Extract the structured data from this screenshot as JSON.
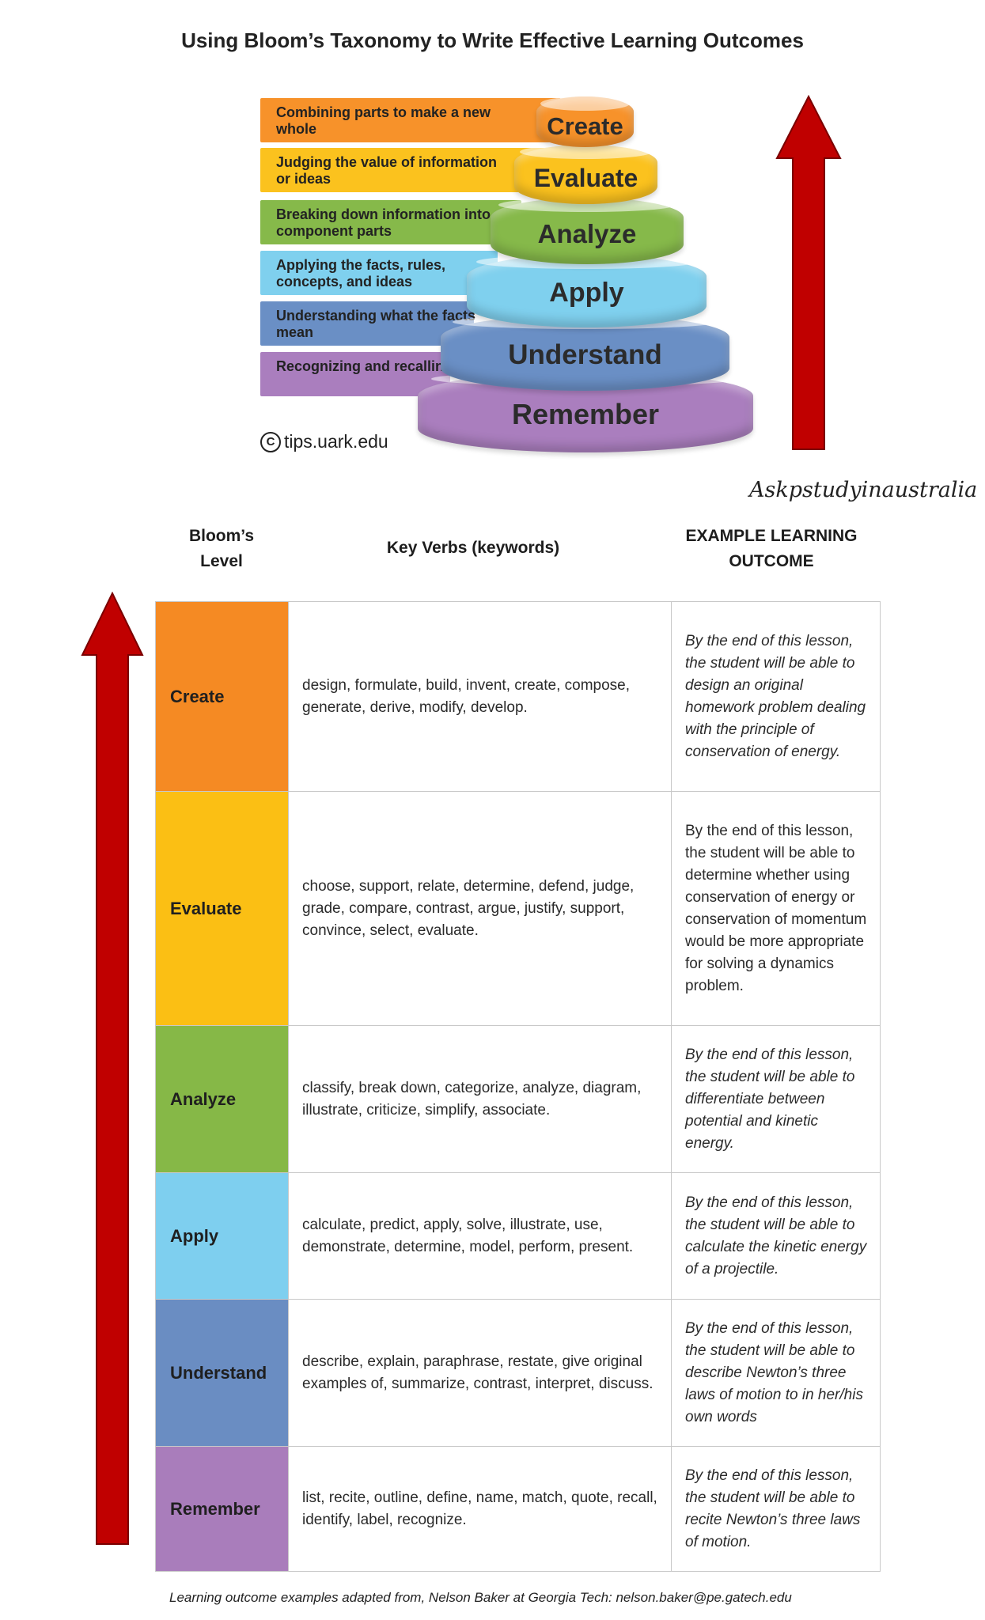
{
  "title": "Using Bloom’s Taxonomy to Write Effective Learning Outcomes",
  "pyramid": {
    "levels": [
      {
        "name": "Create",
        "description": "Combining parts to make a new whole",
        "color": "#F7922A"
      },
      {
        "name": "Evaluate",
        "description": "Judging the value of information or ideas",
        "color": "#FBC21E"
      },
      {
        "name": "Analyze",
        "description": "Breaking down information into component parts",
        "color": "#86B94A"
      },
      {
        "name": "Apply",
        "description": "Applying the facts, rules, concepts, and ideas",
        "color": "#7FD0EE"
      },
      {
        "name": "Understand",
        "description": "Understanding what the facts mean",
        "color": "#6A8FC5"
      },
      {
        "name": "Remember",
        "description": "Recognizing and recalling facts",
        "color": "#AA7EBE"
      }
    ],
    "credit": "tips.uark.edu",
    "copyright_symbol": "C",
    "arrow_color": "#C00000"
  },
  "watermark": "Askpstudyinaustralia",
  "table": {
    "headers": {
      "level": [
        "Bloom’s",
        "Level"
      ],
      "verbs": "Key Verbs (keywords)",
      "outcome": [
        "EXAMPLE LEARNING",
        "OUTCOME"
      ]
    },
    "rows": [
      {
        "level": "Create",
        "color": "#F58A23",
        "verbs": "design, formulate, build, invent, create, compose, generate, derive, modify, develop.",
        "outcome": "By the end of this lesson, the student will be able to design an original homework problem dealing with the principle of conservation of energy.",
        "outcome_italic": true
      },
      {
        "level": "Evaluate",
        "color": "#FBBF14",
        "verbs": "choose, support, relate, determine, defend, judge, grade, compare, contrast, argue, justify, support, convince, select, evaluate.",
        "outcome": "By the end of this lesson, the student will be able to determine whether using conservation of energy or conservation of momentum would be more appropriate for solving a dynamics problem.",
        "outcome_italic": false
      },
      {
        "level": "Analyze",
        "color": "#86B847",
        "verbs": "classify, break down, categorize, analyze, diagram, illustrate, criticize, simplify, associate.",
        "outcome": "By the end of this lesson, the student will be able to differentiate between potential and kinetic energy.",
        "outcome_italic": true
      },
      {
        "level": "Apply",
        "color": "#7ECFEF",
        "verbs": "calculate, predict, apply, solve, illustrate, use, demonstrate, determine, model, perform, present.",
        "outcome": "By the end of this lesson, the student will be able to calculate the kinetic energy of a projectile.",
        "outcome_italic": true
      },
      {
        "level": "Understand",
        "color": "#6A8DC2",
        "verbs": "describe, explain, paraphrase, restate, give original examples of, summarize, contrast, interpret, discuss.",
        "outcome": "By the end of this lesson, the student will be able to describe Newton’s three laws of motion to in her/his own words",
        "outcome_italic": true
      },
      {
        "level": "Remember",
        "color": "#A97DBB",
        "verbs": "list, recite, outline, define, name, match, quote, recall, identify, label, recognize.",
        "outcome": "By the end of this lesson, the student will be able to recite Newton’s three laws of motion.",
        "outcome_italic": true
      }
    ]
  },
  "footnote": "Learning outcome examples adapted from, Nelson Baker at Georgia Tech: nelson.baker@pe.gatech.edu"
}
